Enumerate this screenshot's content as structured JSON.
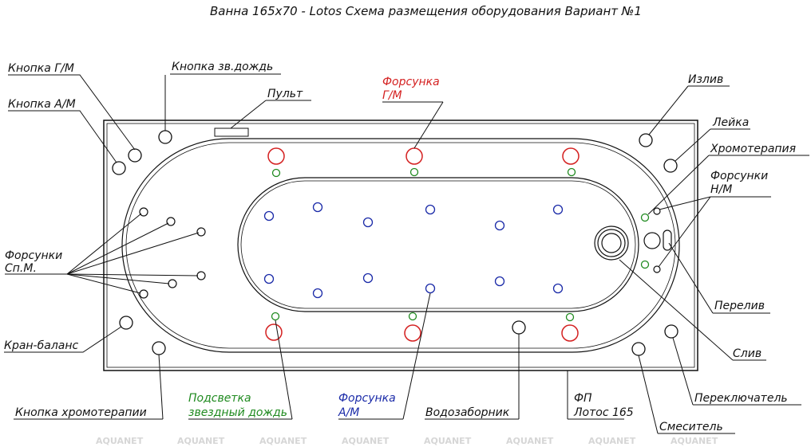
{
  "title": "Ванна  165х70 - Lotos Схема размещения оборудования Вариант №1",
  "labels": {
    "knopka_gm": "Кнопка Г/М",
    "knopka_am": "Кнопка А/М",
    "knopka_dozhd": "Кнопка зв.дождь",
    "pult": "Пульт",
    "forsunka_gm_1": "Форсунка",
    "forsunka_gm_2": "Г/М",
    "izliv": "Излив",
    "leyka": "Лейка",
    "khromoterapiya": "Хромотерапия",
    "forsunki_nm_1": "Форсунки",
    "forsunki_nm_2": "Н/М",
    "forsunki_spm_1": "Форсунки",
    "forsunki_spm_2": "Сп.М.",
    "kran_balans": "Кран-баланс",
    "pereliv": "Перелив",
    "sliv": "Слив",
    "knopka_khromoterapii": "Кнопка хромотерапии",
    "podsvetka_1": "Подсветка",
    "podsvetka_2": "звездный дождь",
    "forsunka_am_1": "Форсунка",
    "forsunka_am_2": "А/М",
    "vodozabornik": "Водозаборник",
    "fp_1": "ФП",
    "fp_2": "Лотос 165",
    "smesitel": "Смеситель",
    "pereklyuchatel": "Переключатель"
  },
  "watermark": "AQUANET",
  "colors": {
    "line": "#111111",
    "gm_nozzle": "#d42020",
    "backlight": "#1f8a1f",
    "am_nozzle": "#1a2aa8"
  }
}
